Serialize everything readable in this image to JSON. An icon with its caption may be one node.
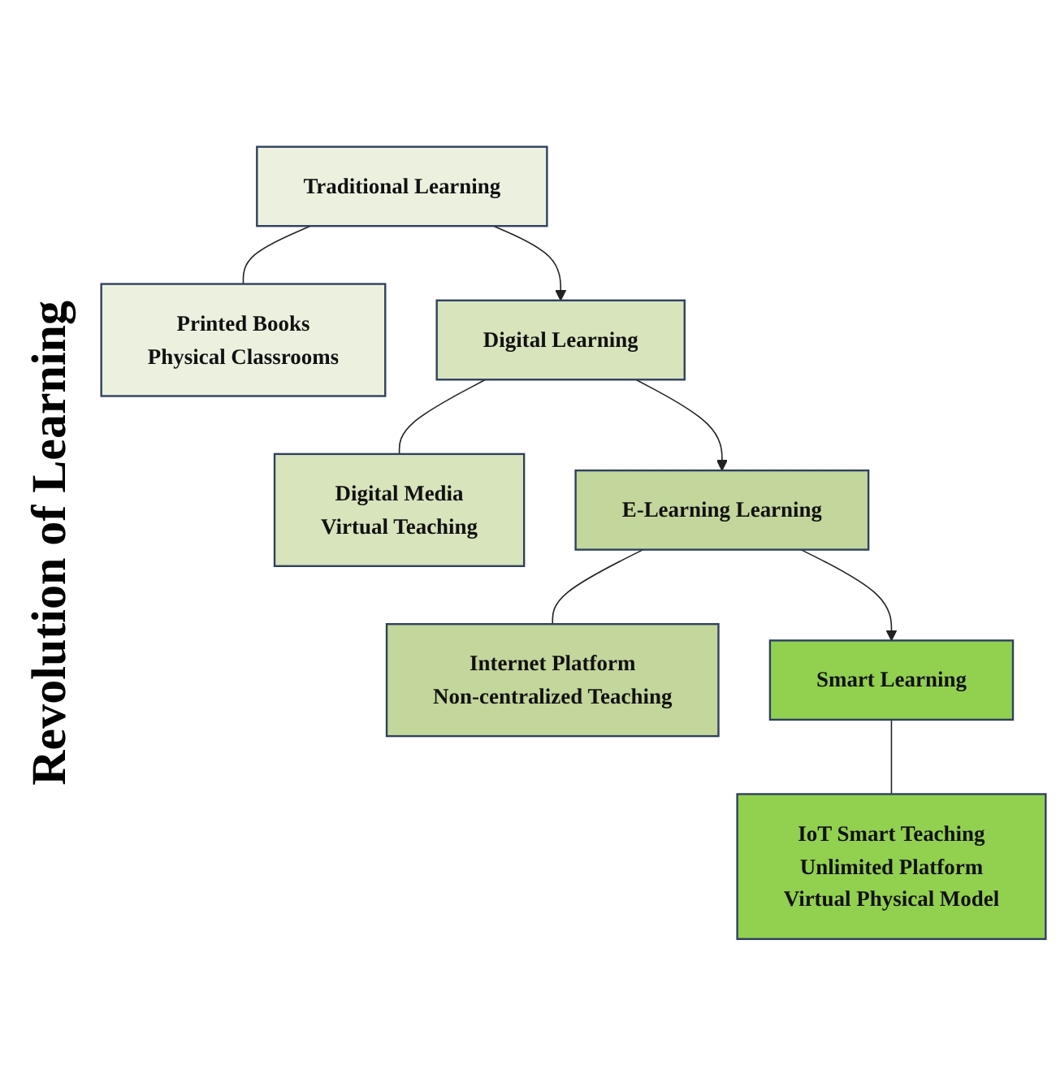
{
  "diagram": {
    "title": "Revolution of Learning",
    "nodes": [
      {
        "text": [
          "Traditional Learning"
        ]
      },
      {
        "text": [
          "Printed Books",
          "Physical Classrooms"
        ]
      },
      {
        "text": [
          "Digital Learning"
        ]
      },
      {
        "text": [
          "Digital Media",
          "Virtual Teaching"
        ]
      },
      {
        "text": [
          "E-Learning Learning"
        ]
      },
      {
        "text": [
          "Internet Platform",
          "Non-centralized Teaching"
        ]
      },
      {
        "text": [
          "Smart Learning"
        ]
      },
      {
        "text": [
          "IoT Smart Teaching",
          "Unlimited Platform",
          "Virtual Physical Model"
        ]
      }
    ],
    "edges": [
      {
        "from": 0,
        "to": 1,
        "arrow": "none"
      },
      {
        "from": 0,
        "to": 2,
        "arrow": "to"
      },
      {
        "from": 2,
        "to": 3,
        "arrow": "none"
      },
      {
        "from": 2,
        "to": 4,
        "arrow": "to"
      },
      {
        "from": 4,
        "to": 5,
        "arrow": "none"
      },
      {
        "from": 4,
        "to": 6,
        "arrow": "to"
      },
      {
        "from": 6,
        "to": 7,
        "arrow": "none"
      }
    ]
  }
}
